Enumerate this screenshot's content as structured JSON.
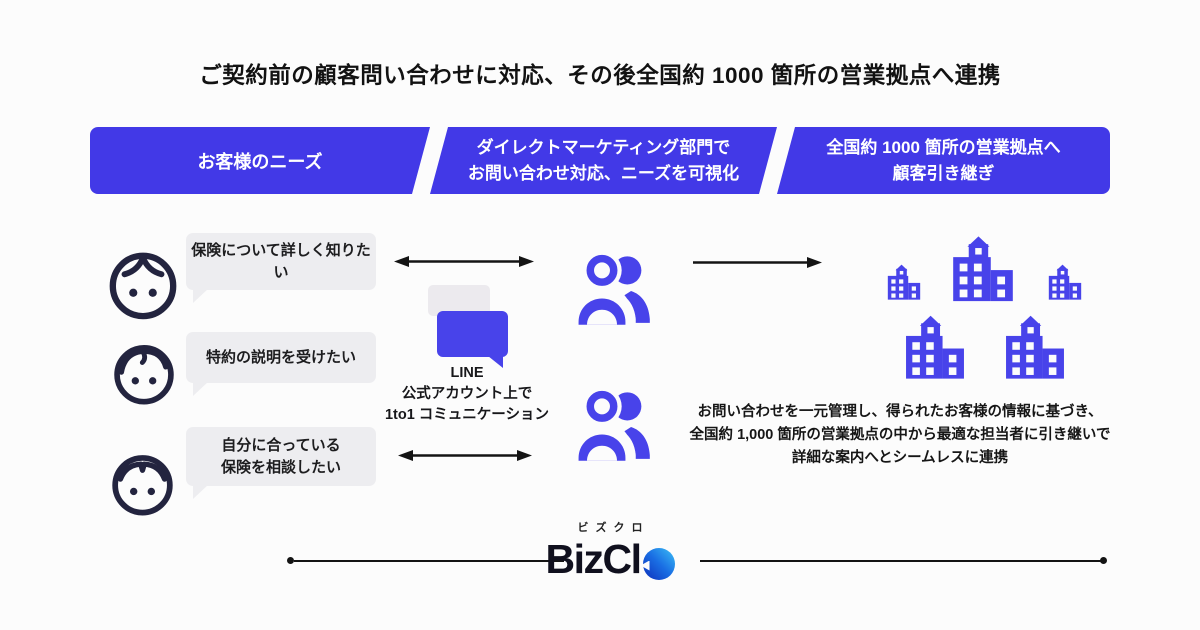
{
  "colors": {
    "banner_blue": "#4239E7",
    "icon_blue": "#4843EA",
    "navy_icon": "#23243F",
    "bubble_gray": "#EDEDF0",
    "logo_o_gradient": [
      "#0D2EBB",
      "#3CC0F6"
    ]
  },
  "header": {
    "title": "ご契約前の顧客問い合わせに対応、その後全国約 1000 箇所の営業拠点へ連携"
  },
  "banners": [
    {
      "lines": [
        "お客様のニーズ"
      ]
    },
    {
      "lines": [
        "ダイレクトマーケティング部門で",
        "お問い合わせ対応、ニーズを可視化"
      ]
    },
    {
      "lines": [
        "全国約 1000 箇所の営業拠点へ",
        "顧客引き継ぎ"
      ]
    }
  ],
  "customers": [
    {
      "icon": "woman-face-icon",
      "bubble_lines": [
        "保険について詳しく知りたい"
      ]
    },
    {
      "icon": "young-man-face-icon",
      "bubble_lines": [
        "特約の説明を受けたい"
      ]
    },
    {
      "icon": "man-face-icon",
      "bubble_lines": [
        "自分に合っている",
        "保険を相談したい"
      ]
    }
  ],
  "line_channel": {
    "lines": [
      "LINE",
      "公式アカウント上で",
      "1to1 コミュニケーション"
    ]
  },
  "handoff_note": {
    "lines": [
      "お問い合わせを一元管理し、得られたお客様の情報に基づき、",
      "全国約 1,000 箇所の営業拠点の中から最適な担当者に引き継いで",
      "詳細な案内へとシームレスに連携"
    ]
  },
  "footer": {
    "brand_kana": "ビズクロ",
    "brand_text": "BizCl"
  }
}
